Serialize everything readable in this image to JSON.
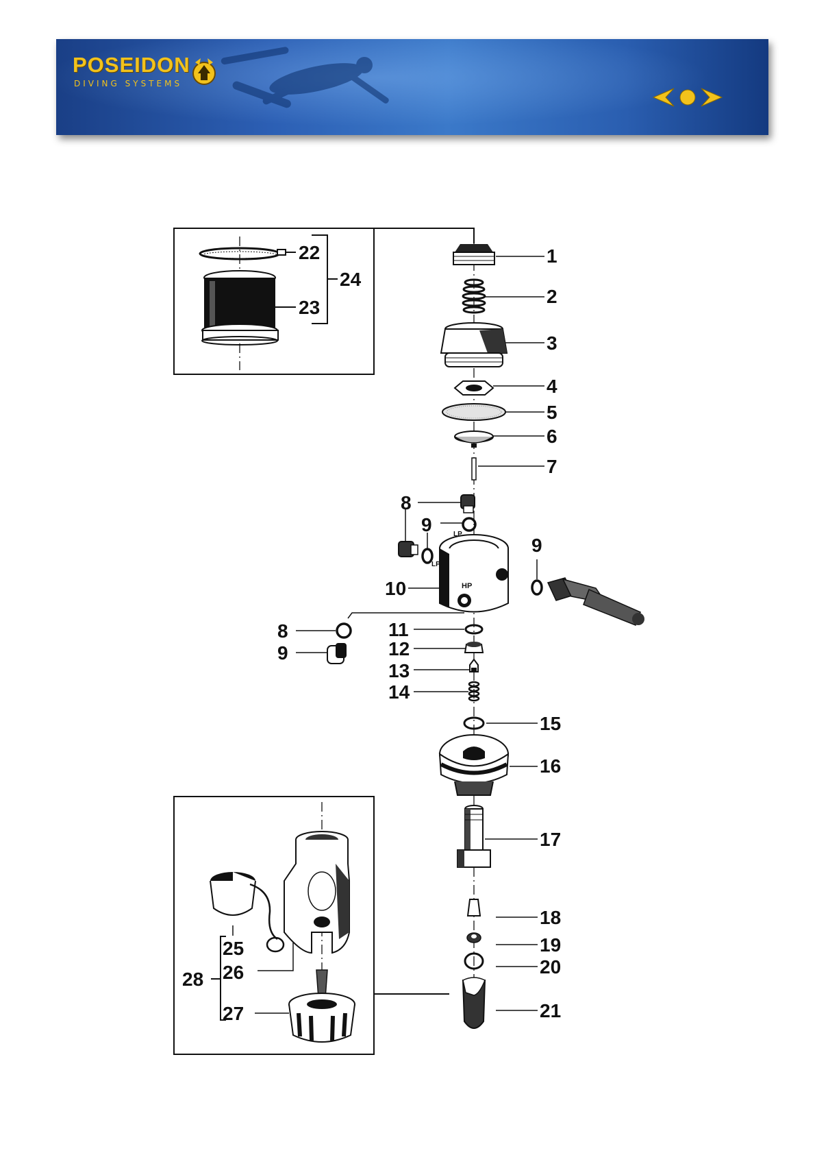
{
  "header": {
    "brand_name": "POSEIDON",
    "brand_sub": "DIVING SYSTEMS",
    "brand_color": "#f2c21c",
    "banner_color": "#2c5fb4",
    "nav": [
      "arrow-left-icon",
      "dot-icon",
      "arrow-right-icon"
    ]
  },
  "diagram": {
    "part_numbers": {
      "p1": "1",
      "p2": "2",
      "p3": "3",
      "p4": "4",
      "p5": "5",
      "p6": "6",
      "p7": "7",
      "p8a": "8",
      "p9a": "9",
      "p9b": "9",
      "p10": "10",
      "p8b": "8",
      "p9c": "9",
      "p11": "11",
      "p12": "12",
      "p13": "13",
      "p14": "14",
      "p15": "15",
      "p16": "16",
      "p17": "17",
      "p18": "18",
      "p19": "19",
      "p20": "20",
      "p21": "21",
      "p22": "22",
      "p23": "23",
      "p24": "24",
      "p25": "25",
      "p26": "26",
      "p27": "27",
      "p28": "28"
    },
    "port_labels": {
      "lp1": "LP",
      "lp2": "LP",
      "hp": "HP"
    }
  }
}
